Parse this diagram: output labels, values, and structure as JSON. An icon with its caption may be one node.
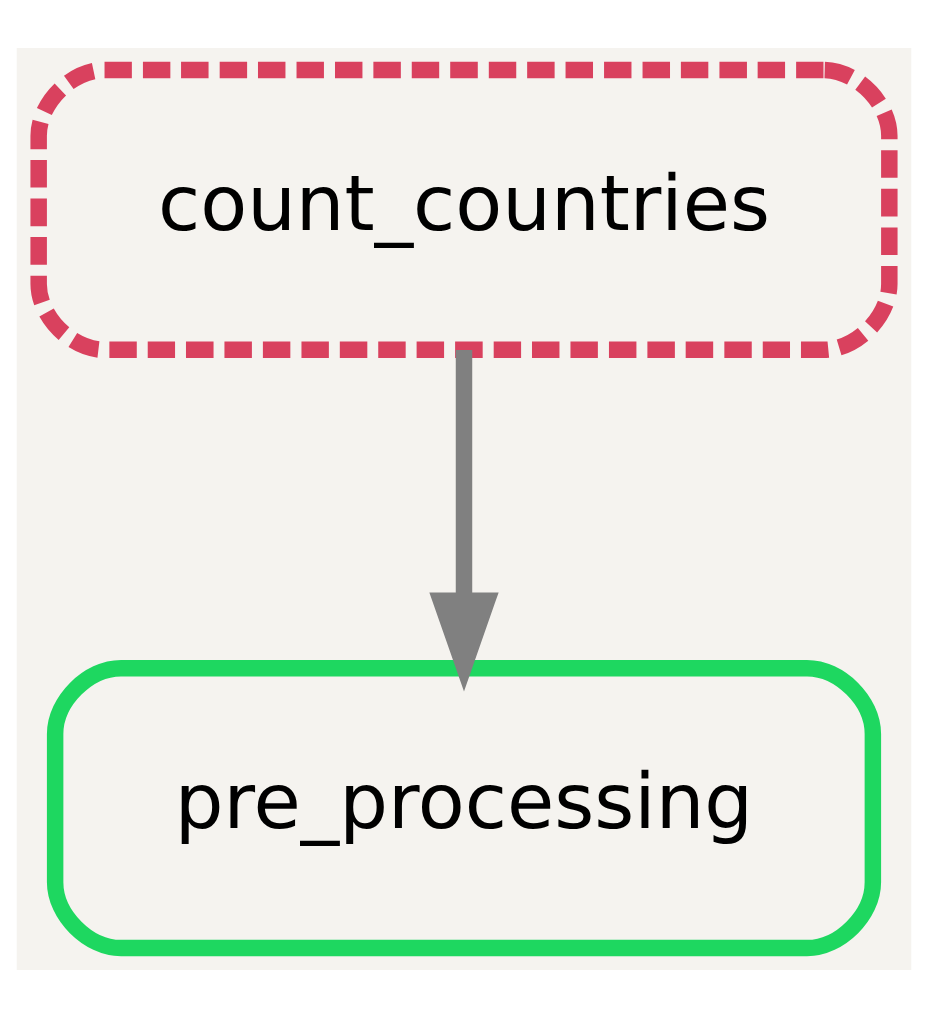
{
  "diagram": {
    "nodes": [
      {
        "text": [
          "count_countries"
        ]
      },
      {
        "text": [
          "pre_processing"
        ]
      }
    ],
    "edges": [
      {
        "from": 0,
        "to": 1,
        "arrow": "to"
      }
    ]
  }
}
